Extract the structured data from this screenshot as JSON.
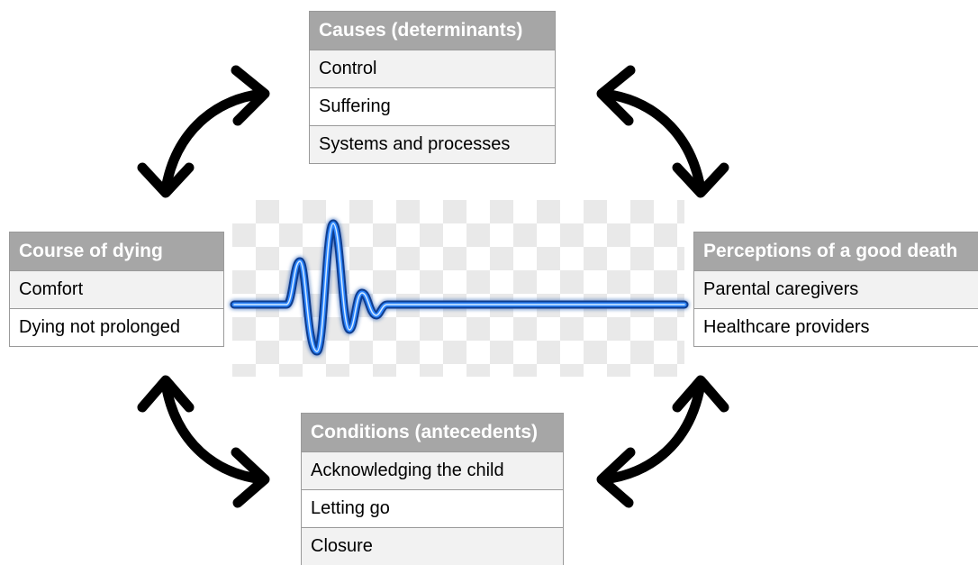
{
  "causes": {
    "title": "Causes (determinants)",
    "items": [
      "Control",
      "Suffering",
      "Systems and processes"
    ]
  },
  "course": {
    "title": "Course of dying",
    "items": [
      "Comfort",
      "Dying not prolonged"
    ]
  },
  "perceptions": {
    "title": "Perceptions of a good death",
    "items": [
      "Parental caregivers",
      "Healthcare providers"
    ]
  },
  "conditions": {
    "title": "Conditions (antecedents)",
    "items": [
      "Acknowledging the child",
      "Letting go",
      "Closure"
    ]
  },
  "icons": {
    "arrows": "double-headed-curved-arrow-icon",
    "center": "heartbeat-flatline-icon"
  },
  "colors": {
    "header_bg": "#a6a6a6",
    "alt_row_bg": "#f2f2f2",
    "heartbeat": "#1f6fe0",
    "arrow": "#000000"
  }
}
